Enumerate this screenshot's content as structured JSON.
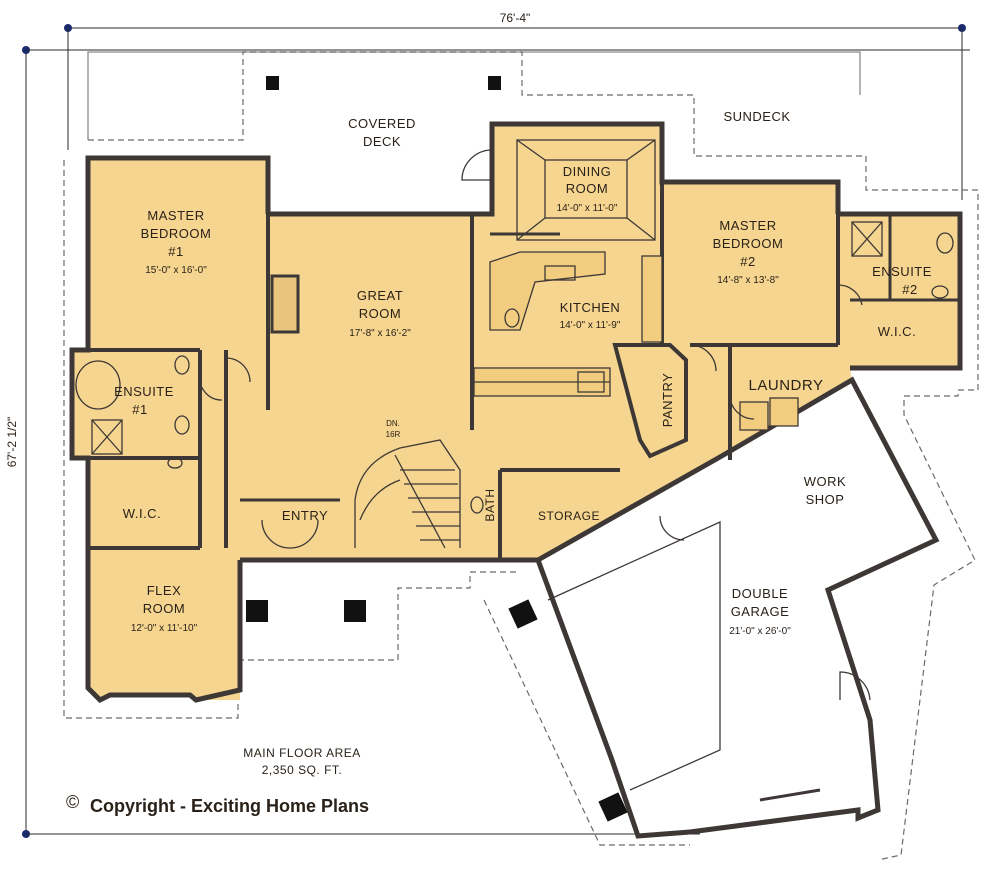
{
  "dimensions": {
    "width": "76'-4\"",
    "depth": "67'-2 1/2\""
  },
  "rooms": {
    "covered_deck": {
      "line1": "COVERED",
      "line2": "DECK"
    },
    "sundeck": {
      "name": "SUNDECK"
    },
    "dining": {
      "line1": "DINING",
      "line2": "ROOM",
      "size": "14'-0\" x 11'-0\""
    },
    "master1": {
      "line1": "MASTER",
      "line2": "BEDROOM",
      "line3": "#1",
      "size": "15'-0\" x 16'-0\""
    },
    "great_room": {
      "line1": "GREAT",
      "line2": "ROOM",
      "size": "17'-8\" x 16'-2\""
    },
    "kitchen": {
      "name": "KITCHEN",
      "size": "14'-0\" x 11'-9\""
    },
    "master2": {
      "line1": "MASTER",
      "line2": "BEDROOM",
      "line3": "#2",
      "size": "14'-8\" x 13'-8\""
    },
    "ensuite2": {
      "line1": "ENSUITE",
      "line2": "#2"
    },
    "wic2": {
      "name": "W.I.C."
    },
    "ensuite1": {
      "line1": "ENSUITE",
      "line2": "#1"
    },
    "wic1": {
      "name": "W.I.C."
    },
    "pantry": {
      "name": "PANTRY"
    },
    "laundry": {
      "name": "LAUNDRY"
    },
    "workshop": {
      "line1": "WORK",
      "line2": "SHOP"
    },
    "stair_note": {
      "line1": "DN.",
      "line2": "16R"
    },
    "entry": {
      "name": "ENTRY"
    },
    "bath": {
      "name": "BATH"
    },
    "storage": {
      "name": "STORAGE"
    },
    "garage": {
      "line1": "DOUBLE",
      "line2": "GARAGE",
      "size": "21'-0\" x 26'-0\""
    },
    "flex": {
      "line1": "FLEX",
      "line2": "ROOM",
      "size": "12'-0\" x 11'-10\""
    }
  },
  "floor_area": {
    "line1": "MAIN FLOOR AREA",
    "line2": "2,350 SQ. FT."
  },
  "copyright": {
    "symbol": "©",
    "text": "Copyright - Exciting Home Plans"
  }
}
